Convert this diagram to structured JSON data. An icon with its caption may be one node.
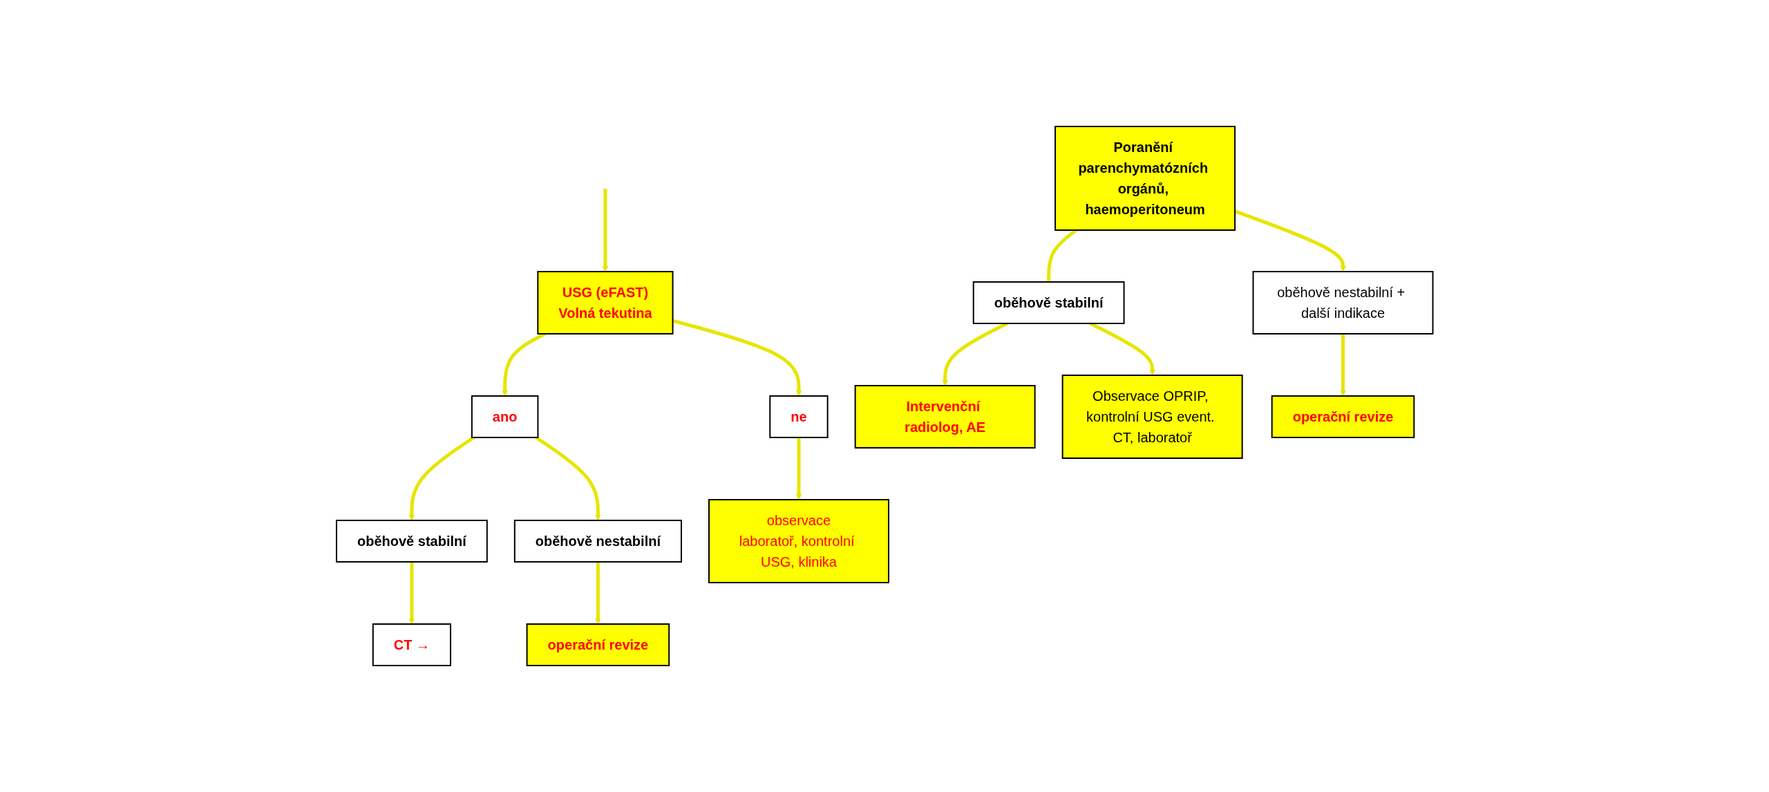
{
  "diagram": {
    "nodes": [
      {
        "text": [
          "USG (eFAST)",
          "Volná tekutina"
        ]
      },
      {
        "text": [
          "ano"
        ]
      },
      {
        "text": [
          "ne"
        ]
      },
      {
        "text": [
          "oběhově stabilní"
        ]
      },
      {
        "text": [
          "oběhově nestabilní"
        ]
      },
      {
        "text": [
          "operační revize"
        ]
      },
      {
        "text": [
          "observace",
          "laboratoř, kontrolní USG, klinika"
        ]
      },
      {
        "text": [
          "CT →"
        ]
      },
      {
        "text": [
          "Poranění parenchymatózních orgánů, haemoperitoneum"
        ]
      },
      {
        "text": [
          "oběhově stabilní"
        ]
      },
      {
        "text": [
          "oběhově nestabilní + další indikace"
        ]
      },
      {
        "text": [
          "Intervenční radiolog, AE"
        ]
      },
      {
        "text": [
          "Observace OPRIP, kontrolní USG event. CT, laboratoř"
        ]
      },
      {
        "text": [
          "operační revize"
        ]
      }
    ],
    "edges": [
      {
        "from": null,
        "to": 0,
        "arrow": "to"
      },
      {
        "from": 0,
        "to": 1,
        "arrow": "to"
      },
      {
        "from": 0,
        "to": 2,
        "arrow": "to"
      },
      {
        "from": 1,
        "to": 3,
        "arrow": "to"
      },
      {
        "from": 1,
        "to": 4,
        "arrow": "to"
      },
      {
        "from": 4,
        "to": 5,
        "arrow": "to"
      },
      {
        "from": 2,
        "to": 6,
        "arrow": "to"
      },
      {
        "from": 3,
        "to": 7,
        "arrow": "to"
      },
      {
        "from": 8,
        "to": 9,
        "arrow": "none"
      },
      {
        "from": 8,
        "to": 10,
        "arrow": "to"
      },
      {
        "from": 9,
        "to": 11,
        "arrow": "to"
      },
      {
        "from": 9,
        "to": 12,
        "arrow": "to"
      },
      {
        "from": 10,
        "to": 13,
        "arrow": "to"
      }
    ]
  }
}
